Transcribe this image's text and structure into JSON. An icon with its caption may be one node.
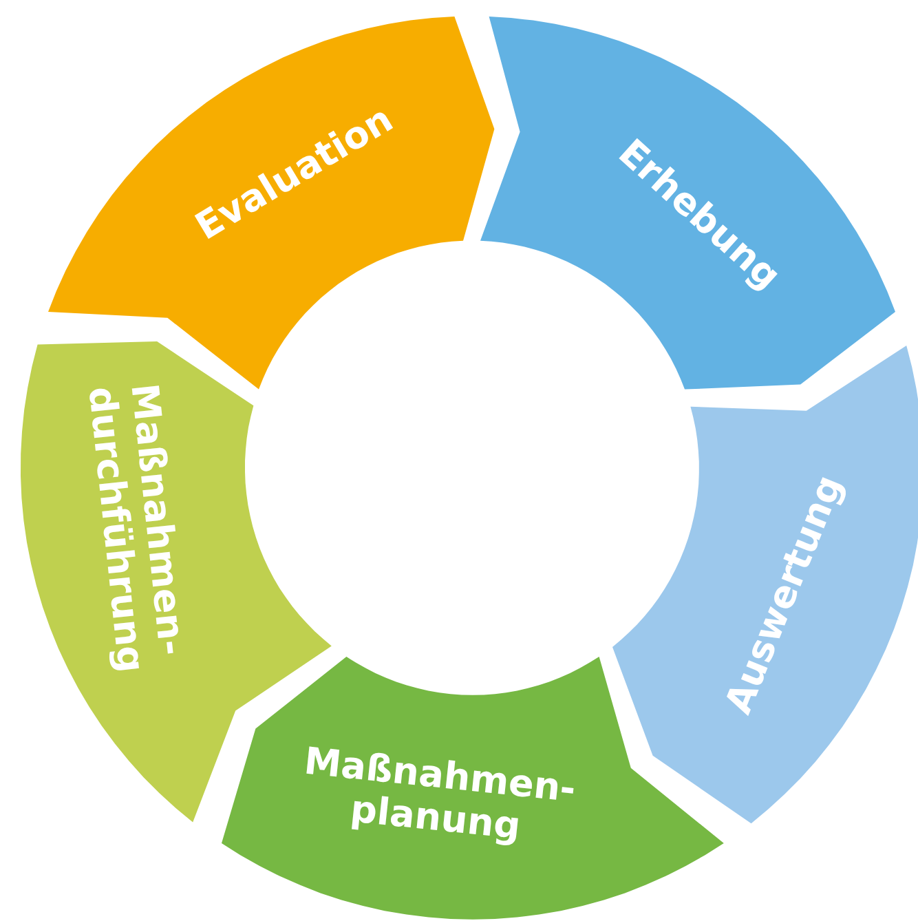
{
  "diagram": {
    "nodes": [
      {
        "text": [
          "Erhebung"
        ]
      },
      {
        "text": [
          "Auswertung"
        ]
      },
      {
        "text": [
          "Maßnahmen- planung"
        ]
      },
      {
        "text": [
          "Maßnahmen- durchführung"
        ]
      },
      {
        "text": [
          "Evaluation"
        ]
      }
    ]
  }
}
